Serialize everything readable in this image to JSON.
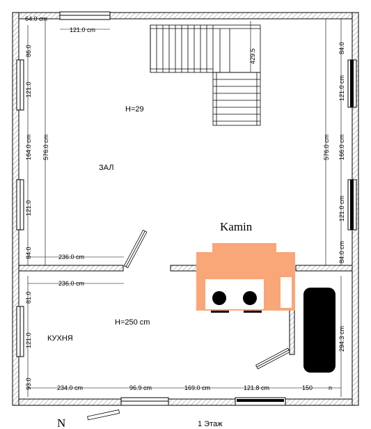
{
  "plan": {
    "rooms": {
      "hall": {
        "name": "ЗАЛ",
        "height": "H=29"
      },
      "kitchen": {
        "name": "КУХНЯ",
        "height": "H=250 cm"
      }
    },
    "fireplace": {
      "label": "Kamin"
    },
    "floor_label": "1 Этаж",
    "north_label": "N",
    "dimensions": {
      "top_corner": "64.0 cm",
      "top_window": "121.0 cm",
      "stair": "429.5",
      "left_seg1": "86.0",
      "left_seg2": "121.0",
      "left_seg3": "164.0 cm",
      "left_seg4": "121.0",
      "left_seg5": "84.0",
      "left_total": "576.0 cm",
      "right_seg1": "84.0",
      "right_seg2": "121.0 cm",
      "right_seg3": "166.0 cm",
      "right_seg4": "121.0 cm",
      "right_seg5": "84.0 cm",
      "right_total": "576.0 cm",
      "hall_partition": "236.0 cm",
      "kitchen_top": "236.0 cm",
      "kitchen_left1": "81.0",
      "kitchen_left2": "121.0",
      "kitchen_left3": "93.0",
      "bottom_seg1": "234.0 cm",
      "bottom_seg2": "96.9 cm",
      "bottom_seg3": "169.0 cm",
      "bottom_seg4": "121.8 cm",
      "bottom_seg5": "150",
      "bottom_seg6": "n",
      "bath_height": "294.3 cm"
    }
  },
  "colors": {
    "fireplace": "#f9a679",
    "wall": "#000000",
    "hatch": "#888888",
    "bath": "#000000"
  }
}
